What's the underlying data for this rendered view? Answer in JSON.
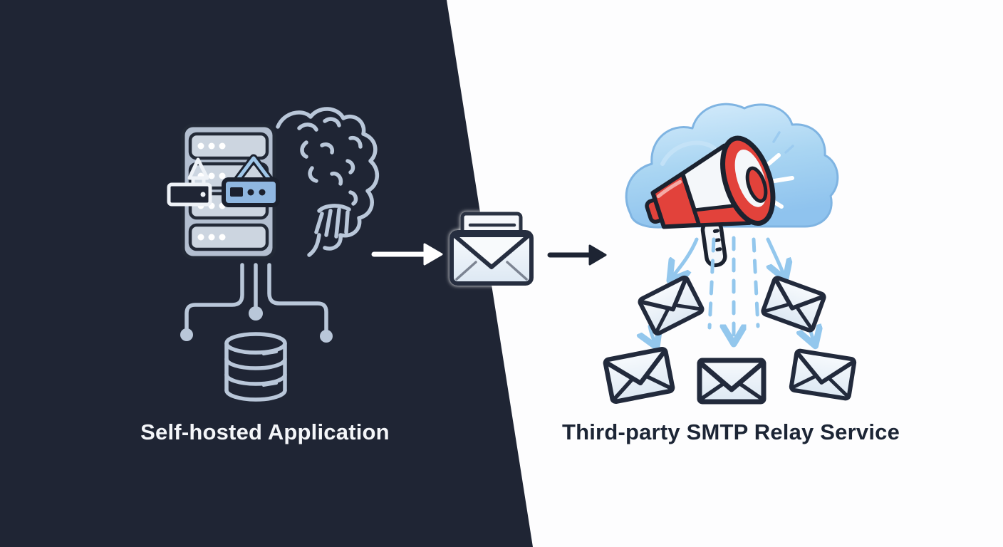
{
  "left_panel": {
    "label": "Self-hosted Application",
    "background": "#1f2534",
    "label_color": "#f4f6f9",
    "icon_stroke": "#b9c7d9",
    "icons": [
      "server-rack-icon",
      "brain-icon",
      "deploy-badge-icon",
      "chip-badge-icon",
      "circuit-lines-icon",
      "database-icon"
    ]
  },
  "flow": {
    "white_arrow_color": "#ffffff",
    "black_arrow_color": "#1d2433",
    "email_icon": "envelope-letter-icon"
  },
  "right_panel": {
    "label": "Third-party SMTP Relay Service",
    "background": "#fdfdfe",
    "label_color": "#1c2535",
    "envelope_count": 5,
    "icons": [
      "cloud-icon",
      "megaphone-icon",
      "sound-waves-icon",
      "delivery-arrows-icon",
      "envelope-icon"
    ],
    "colors": {
      "cloud_blue": "#a9d5f2",
      "megaphone_red": "#e2423b",
      "arrow_blue": "#93c7ed",
      "envelope_fill": "#eef3f9",
      "envelope_outline": "#222a3c"
    }
  }
}
